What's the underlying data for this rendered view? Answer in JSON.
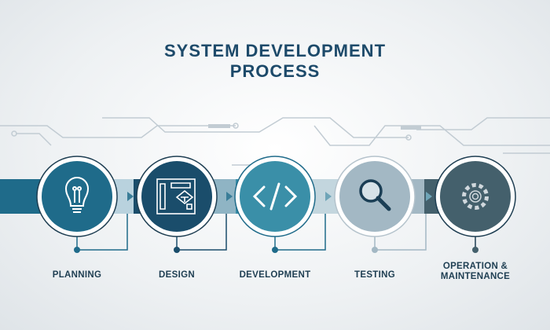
{
  "title": {
    "line1": "SYSTEM DEVELOPMENT",
    "line2": "PROCESS"
  },
  "steps": [
    {
      "label": "PLANNING",
      "icon": "lightbulb-icon",
      "color": "#1f6b8a"
    },
    {
      "label": "DESIGN",
      "icon": "circuit-board-icon",
      "color": "#1a4d6b"
    },
    {
      "label": "DEVELOPMENT",
      "icon": "code-icon",
      "color": "#3a8fa8"
    },
    {
      "label": "TESTING",
      "icon": "magnifier-icon",
      "color": "#a3b8c4"
    },
    {
      "label": "OPERATION &",
      "label2": "MAINTENANCE",
      "icon": "gear-icon",
      "color": "#44606c"
    }
  ]
}
